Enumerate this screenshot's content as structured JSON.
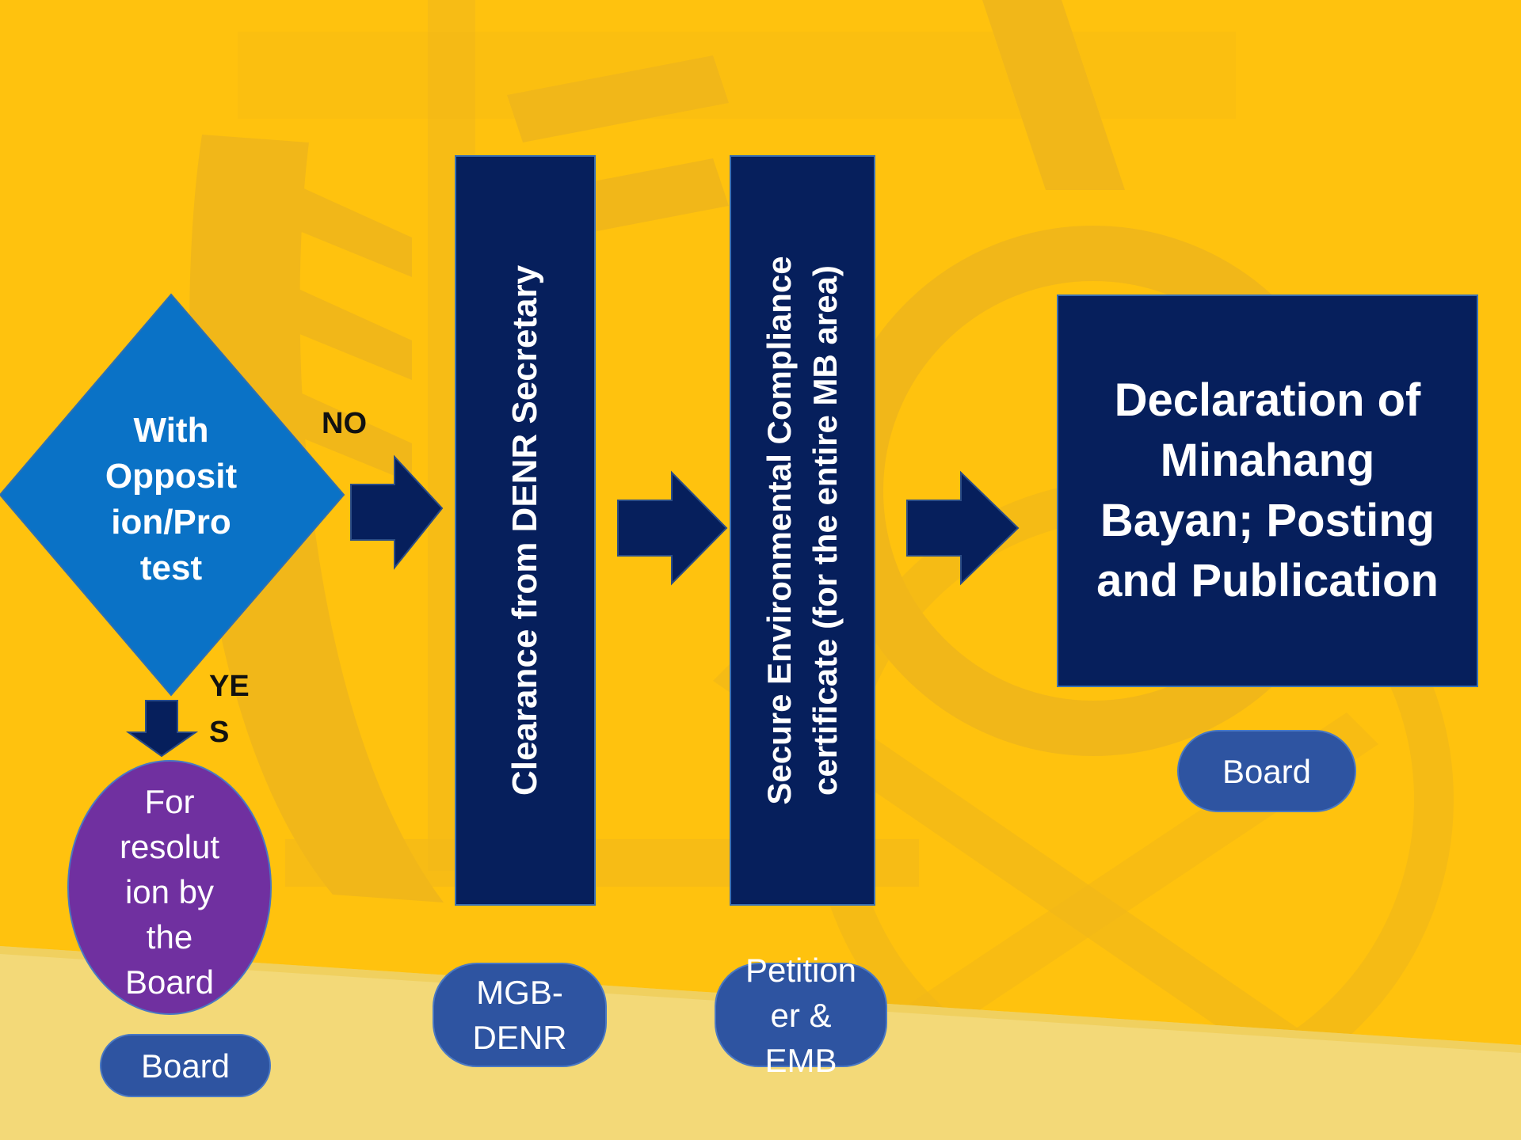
{
  "colors": {
    "background": "#FFC20E",
    "process_box": "#061F5C",
    "decision": "#0A72C6",
    "outcome": "#7030A0",
    "role_pill": "#2E54A1",
    "arrow": "#061F5C"
  },
  "decision": {
    "label": "With Opposit ion/Pro test",
    "lines": [
      "With",
      "Opposit",
      "ion/Pro",
      "test"
    ],
    "no_label": "NO",
    "yes_label_line1": "YE",
    "yes_label_line2": "S"
  },
  "outcome": {
    "lines": [
      "For",
      "resolut",
      "ion by",
      "the",
      "Board"
    ],
    "role": "Board"
  },
  "steps": [
    {
      "label": "Clearance from DENR Secretary",
      "role_lines": [
        "MGB-",
        "DENR"
      ]
    },
    {
      "label_line1": "Secure Environmental Compliance",
      "label_line2": "certificate (for the entire MB area)",
      "role_lines": [
        "Petition",
        "er &",
        "EMB"
      ]
    },
    {
      "lines": [
        "Declaration of",
        "Minahang",
        "Bayan; Posting",
        "and Publication"
      ],
      "role": "Board"
    }
  ]
}
